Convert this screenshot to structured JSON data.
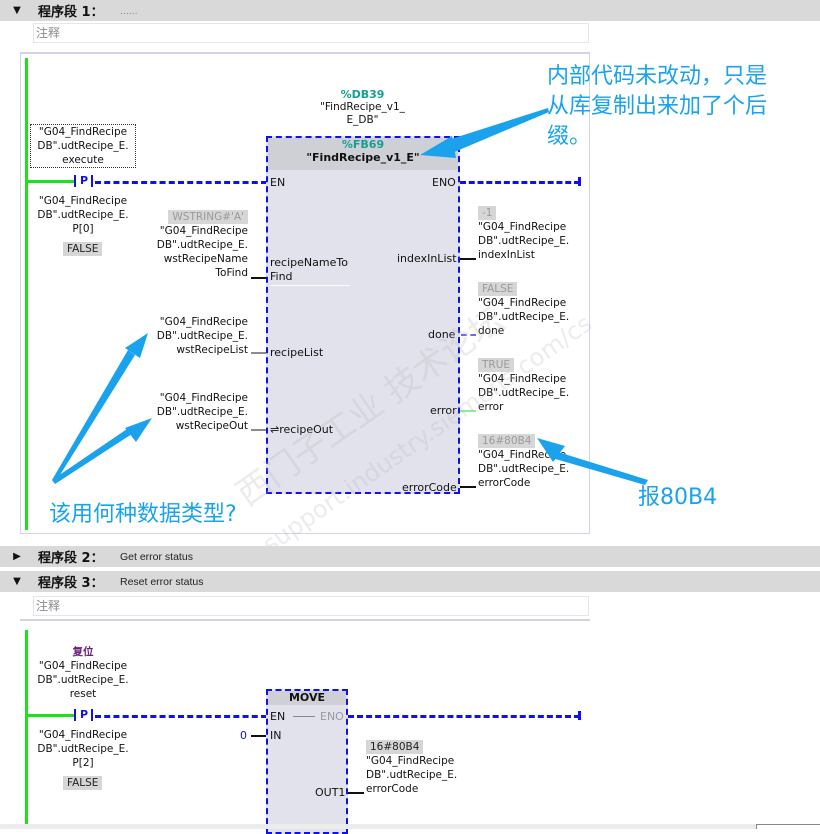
{
  "networks": [
    {
      "label": "程序段",
      "number": "1：",
      "title": "......",
      "expanded": true,
      "comment_placeholder": "注释"
    },
    {
      "label": "程序段",
      "number": "2：",
      "title": "Get error status",
      "expanded": false
    },
    {
      "label": "程序段",
      "number": "3：",
      "title": "Reset error status",
      "expanded": true,
      "comment_placeholder": "注释"
    }
  ],
  "network1": {
    "contact": {
      "operand": [
        "\"G04_FindRecipe",
        "DB\".udtRecipe_E.",
        "execute"
      ],
      "type": "P",
      "edge_memory": [
        "\"G04_FindRecipe",
        "DB\".udtRecipe_E.",
        "P[0]"
      ],
      "edge_value": "FALSE"
    },
    "instance_db": {
      "address": "%DB39",
      "name": [
        "\"FindRecipe_v1_",
        "E_DB\""
      ]
    },
    "fb": {
      "address": "%FB69",
      "name": "\"FindRecipe_v1_E\"",
      "en": "EN",
      "eno": "ENO",
      "inputs": [
        {
          "pin": [
            "recipeNameTo",
            "Find"
          ],
          "value": "WSTRING#'A'",
          "operand": [
            "\"G04_FindRecipe",
            "DB\".udtRecipe_E.",
            "wstRecipeName",
            "ToFind"
          ]
        },
        {
          "pin": [
            "recipeList"
          ],
          "operand": [
            "\"G04_FindRecipe",
            "DB\".udtRecipe_E.",
            "wstRecipeList"
          ]
        },
        {
          "pin": [
            "⇌recipeOut"
          ],
          "operand": [
            "\"G04_FindRecipe",
            "DB\".udtRecipe_E.",
            "wstRecipeOut"
          ]
        }
      ],
      "outputs": [
        {
          "pin": "indexInList",
          "value": "-1",
          "operand": [
            "\"G04_FindRecipe",
            "DB\".udtRecipe_E.",
            "indexInList"
          ]
        },
        {
          "pin": "done",
          "value": "FALSE",
          "operand": [
            "\"G04_FindRecipe",
            "DB\".udtRecipe_E.",
            "done"
          ]
        },
        {
          "pin": "error",
          "value": "TRUE",
          "operand": [
            "\"G04_FindRecipe",
            "DB\".udtRecipe_E.",
            "error"
          ]
        },
        {
          "pin": "errorCode",
          "value": "16#80B4",
          "operand": [
            "\"G04_FindRecipe",
            "DB\".udtRecipe_E.",
            "errorCode"
          ]
        }
      ]
    }
  },
  "network3": {
    "contact": {
      "comment": "复位",
      "operand": [
        "\"G04_FindRecipe",
        "DB\".udtRecipe_E.",
        "reset"
      ],
      "type": "P",
      "edge_memory": [
        "\"G04_FindRecipe",
        "DB\".udtRecipe_E.",
        "P[2]"
      ],
      "edge_value": "FALSE"
    },
    "move": {
      "name": "MOVE",
      "en": "EN",
      "eno": "ENO",
      "in_pin": "IN",
      "in_value": "0",
      "out_pin": "OUT1",
      "out_value": "16#80B4",
      "out_operand": [
        "\"G04_FindRecipe",
        "DB\".udtRecipe_E.",
        "errorCode"
      ]
    }
  },
  "annotations": {
    "top_right": [
      "内部代码未改动，只是",
      "从库复制出来加了个后",
      "缀。"
    ],
    "bottom_left": "该用何种数据类型?",
    "bottom_right": "报80B4"
  },
  "watermark": [
    "西门子工业 技术论坛",
    "support.industry.siemens.com/cs"
  ],
  "colors": {
    "power_rail": "#1ee01e",
    "dashed_wire": "#1010ee",
    "annotation": "#1aa3ec",
    "db_address": "#15a08e",
    "comment_label": "#6b1f78"
  }
}
